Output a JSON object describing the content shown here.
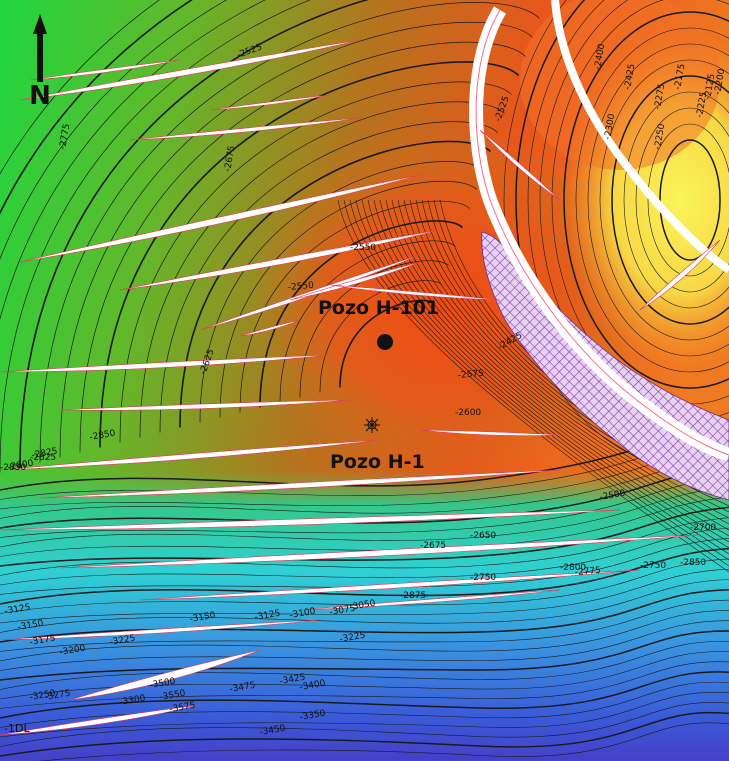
{
  "map": {
    "north_label": "N",
    "wells": {
      "h101": {
        "label": "Pozo H-101"
      },
      "h1": {
        "label": "Pozo H-1"
      }
    },
    "edge_label": "-1DL",
    "contour_labels": [
      "-2525",
      "-2525",
      "-2550",
      "-2550",
      "-2575",
      "-2600",
      "-2625",
      "-2650",
      "-2675",
      "-2675",
      "-2750",
      "-2775",
      "-2800",
      "-2825",
      "-2850",
      "-2850",
      "-2875",
      "-2800",
      "-2750",
      "-2775",
      "-2850",
      "-2825",
      "-3125",
      "-3150",
      "-3175",
      "-3200",
      "-3225",
      "-3150",
      "-3125",
      "-3100",
      "-3075",
      "-3050",
      "-3225",
      "-3250",
      "-3275",
      "-3300",
      "-3475",
      "-3500",
      "-3550",
      "-3575",
      "-3425",
      "-3400",
      "-2225",
      "-2250",
      "-2275",
      "-2300",
      "-2425",
      "-2400",
      "-2125",
      "-2175",
      "-2200",
      "-3450",
      "-3350",
      "-2500",
      "-2425",
      "-2700"
    ]
  }
}
